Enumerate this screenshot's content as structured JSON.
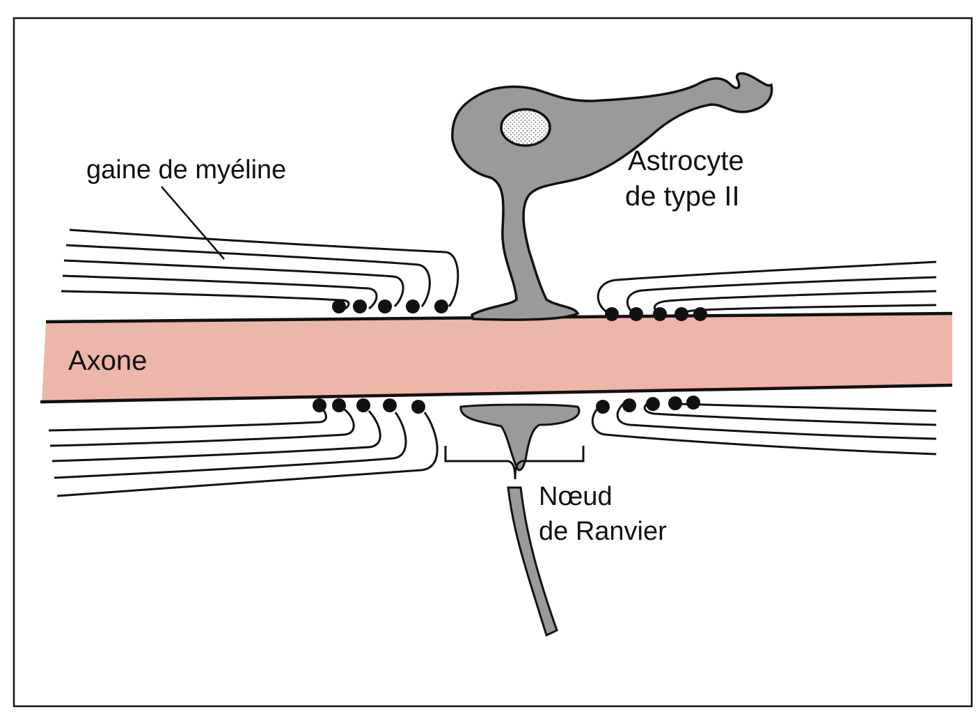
{
  "labels": {
    "myelin": "gaine de myéline",
    "astrocyte_line1": "Astrocyte",
    "astrocyte_line2": "de type II",
    "axon": "Axone",
    "node_line1": "Nœud",
    "node_line2": "de Ranvier"
  },
  "colors": {
    "axon_fill": "#ecb6a8",
    "cell_fill": "#9a9a9a",
    "outline": "#111111",
    "background": "#ffffff"
  }
}
